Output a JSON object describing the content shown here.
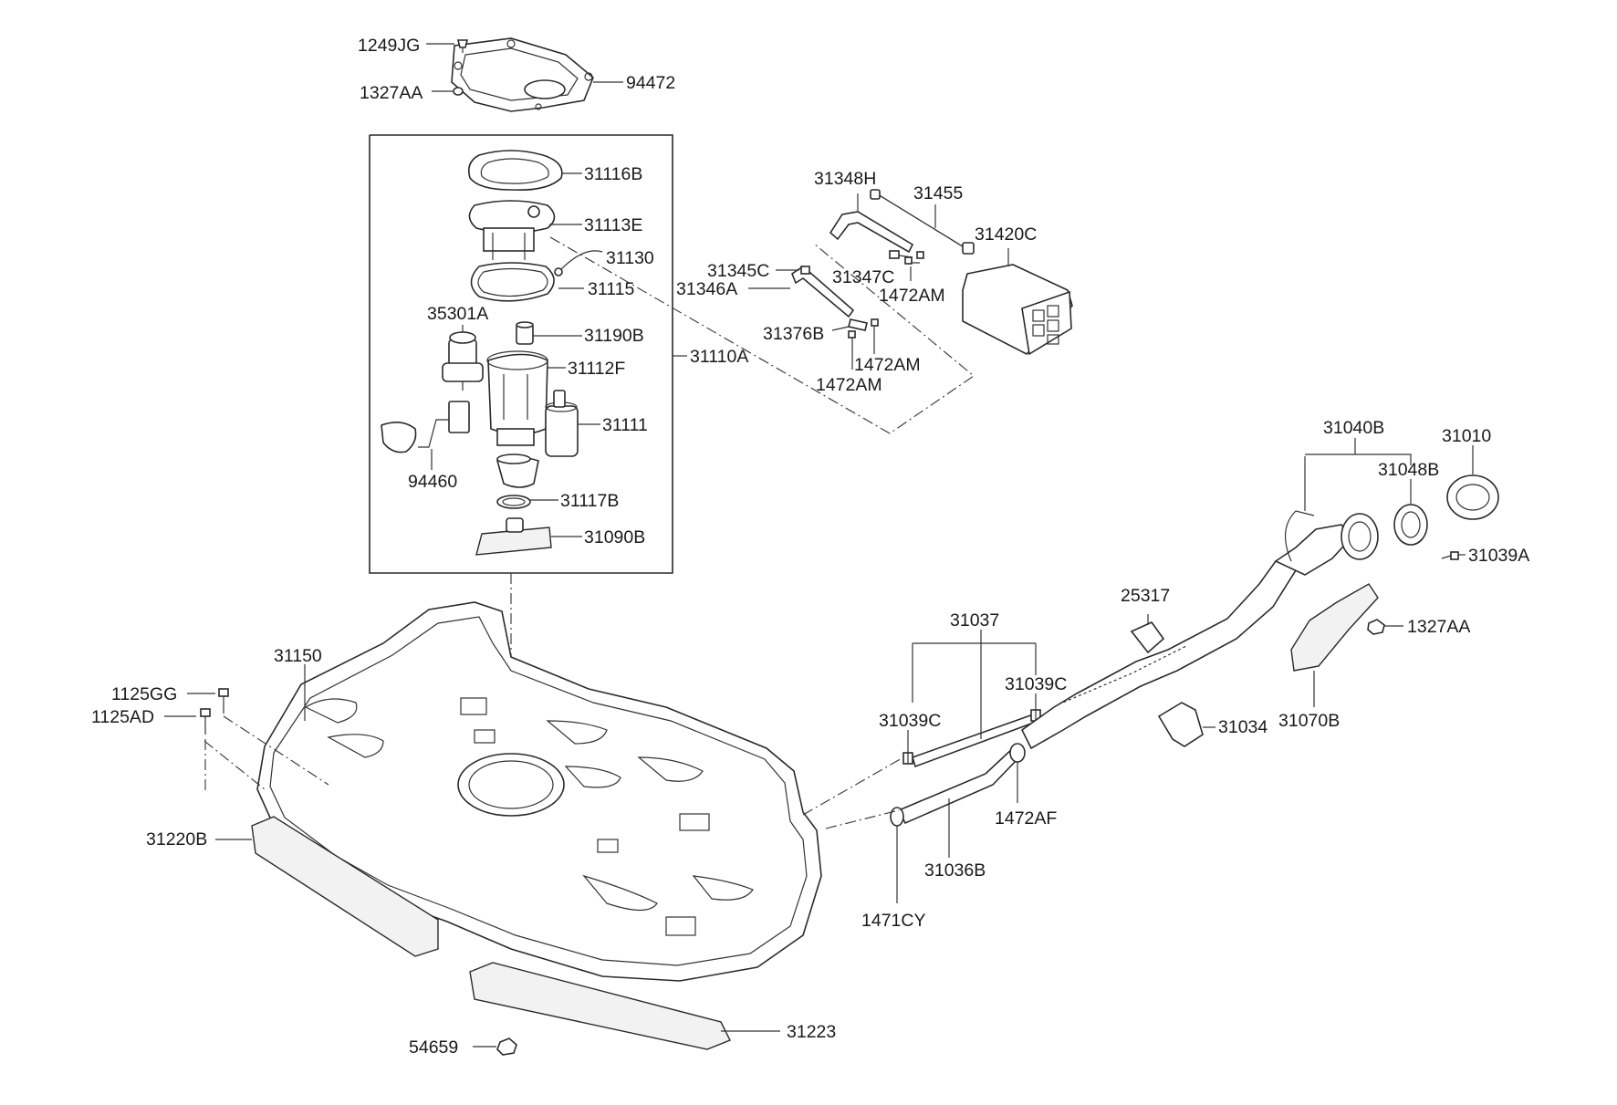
{
  "labels": [
    {
      "id": "1249JG",
      "text": "1249JG"
    },
    {
      "id": "1327AA-top",
      "text": "1327AA"
    },
    {
      "id": "94472",
      "text": "94472"
    },
    {
      "id": "31116B",
      "text": "31116B"
    },
    {
      "id": "31113E",
      "text": "31113E"
    },
    {
      "id": "31130",
      "text": "31130"
    },
    {
      "id": "31115",
      "text": "31115"
    },
    {
      "id": "35301A",
      "text": "35301A"
    },
    {
      "id": "31190B",
      "text": "31190B"
    },
    {
      "id": "31112F",
      "text": "31112F"
    },
    {
      "id": "31110A",
      "text": "31110A"
    },
    {
      "id": "31111",
      "text": "31111"
    },
    {
      "id": "94460",
      "text": "94460"
    },
    {
      "id": "31117B",
      "text": "31117B"
    },
    {
      "id": "31090B",
      "text": "31090B"
    },
    {
      "id": "31348H",
      "text": "31348H"
    },
    {
      "id": "31455",
      "text": "31455"
    },
    {
      "id": "31420C",
      "text": "31420C"
    },
    {
      "id": "31345C",
      "text": "31345C"
    },
    {
      "id": "31346A",
      "text": "31346A"
    },
    {
      "id": "31347C",
      "text": "31347C"
    },
    {
      "id": "1472AM-a",
      "text": "1472AM"
    },
    {
      "id": "31376B",
      "text": "31376B"
    },
    {
      "id": "1472AM-b",
      "text": "1472AM"
    },
    {
      "id": "1472AM-c",
      "text": "1472AM"
    },
    {
      "id": "31040B",
      "text": "31040B"
    },
    {
      "id": "31010",
      "text": "31010"
    },
    {
      "id": "31048B",
      "text": "31048B"
    },
    {
      "id": "31039A",
      "text": "31039A"
    },
    {
      "id": "1327AA-right",
      "text": "1327AA"
    },
    {
      "id": "25317",
      "text": "25317"
    },
    {
      "id": "31037",
      "text": "31037"
    },
    {
      "id": "31039C-right",
      "text": "31039C"
    },
    {
      "id": "31039C-left",
      "text": "31039C"
    },
    {
      "id": "31034",
      "text": "31034"
    },
    {
      "id": "31070B",
      "text": "31070B"
    },
    {
      "id": "1472AF",
      "text": "1472AF"
    },
    {
      "id": "31036B",
      "text": "31036B"
    },
    {
      "id": "1471CY",
      "text": "1471CY"
    },
    {
      "id": "31150",
      "text": "31150"
    },
    {
      "id": "1125GG",
      "text": "1125GG"
    },
    {
      "id": "1125AD",
      "text": "1125AD"
    },
    {
      "id": "31220B",
      "text": "31220B"
    },
    {
      "id": "54659",
      "text": "54659"
    },
    {
      "id": "31223",
      "text": "31223"
    }
  ]
}
